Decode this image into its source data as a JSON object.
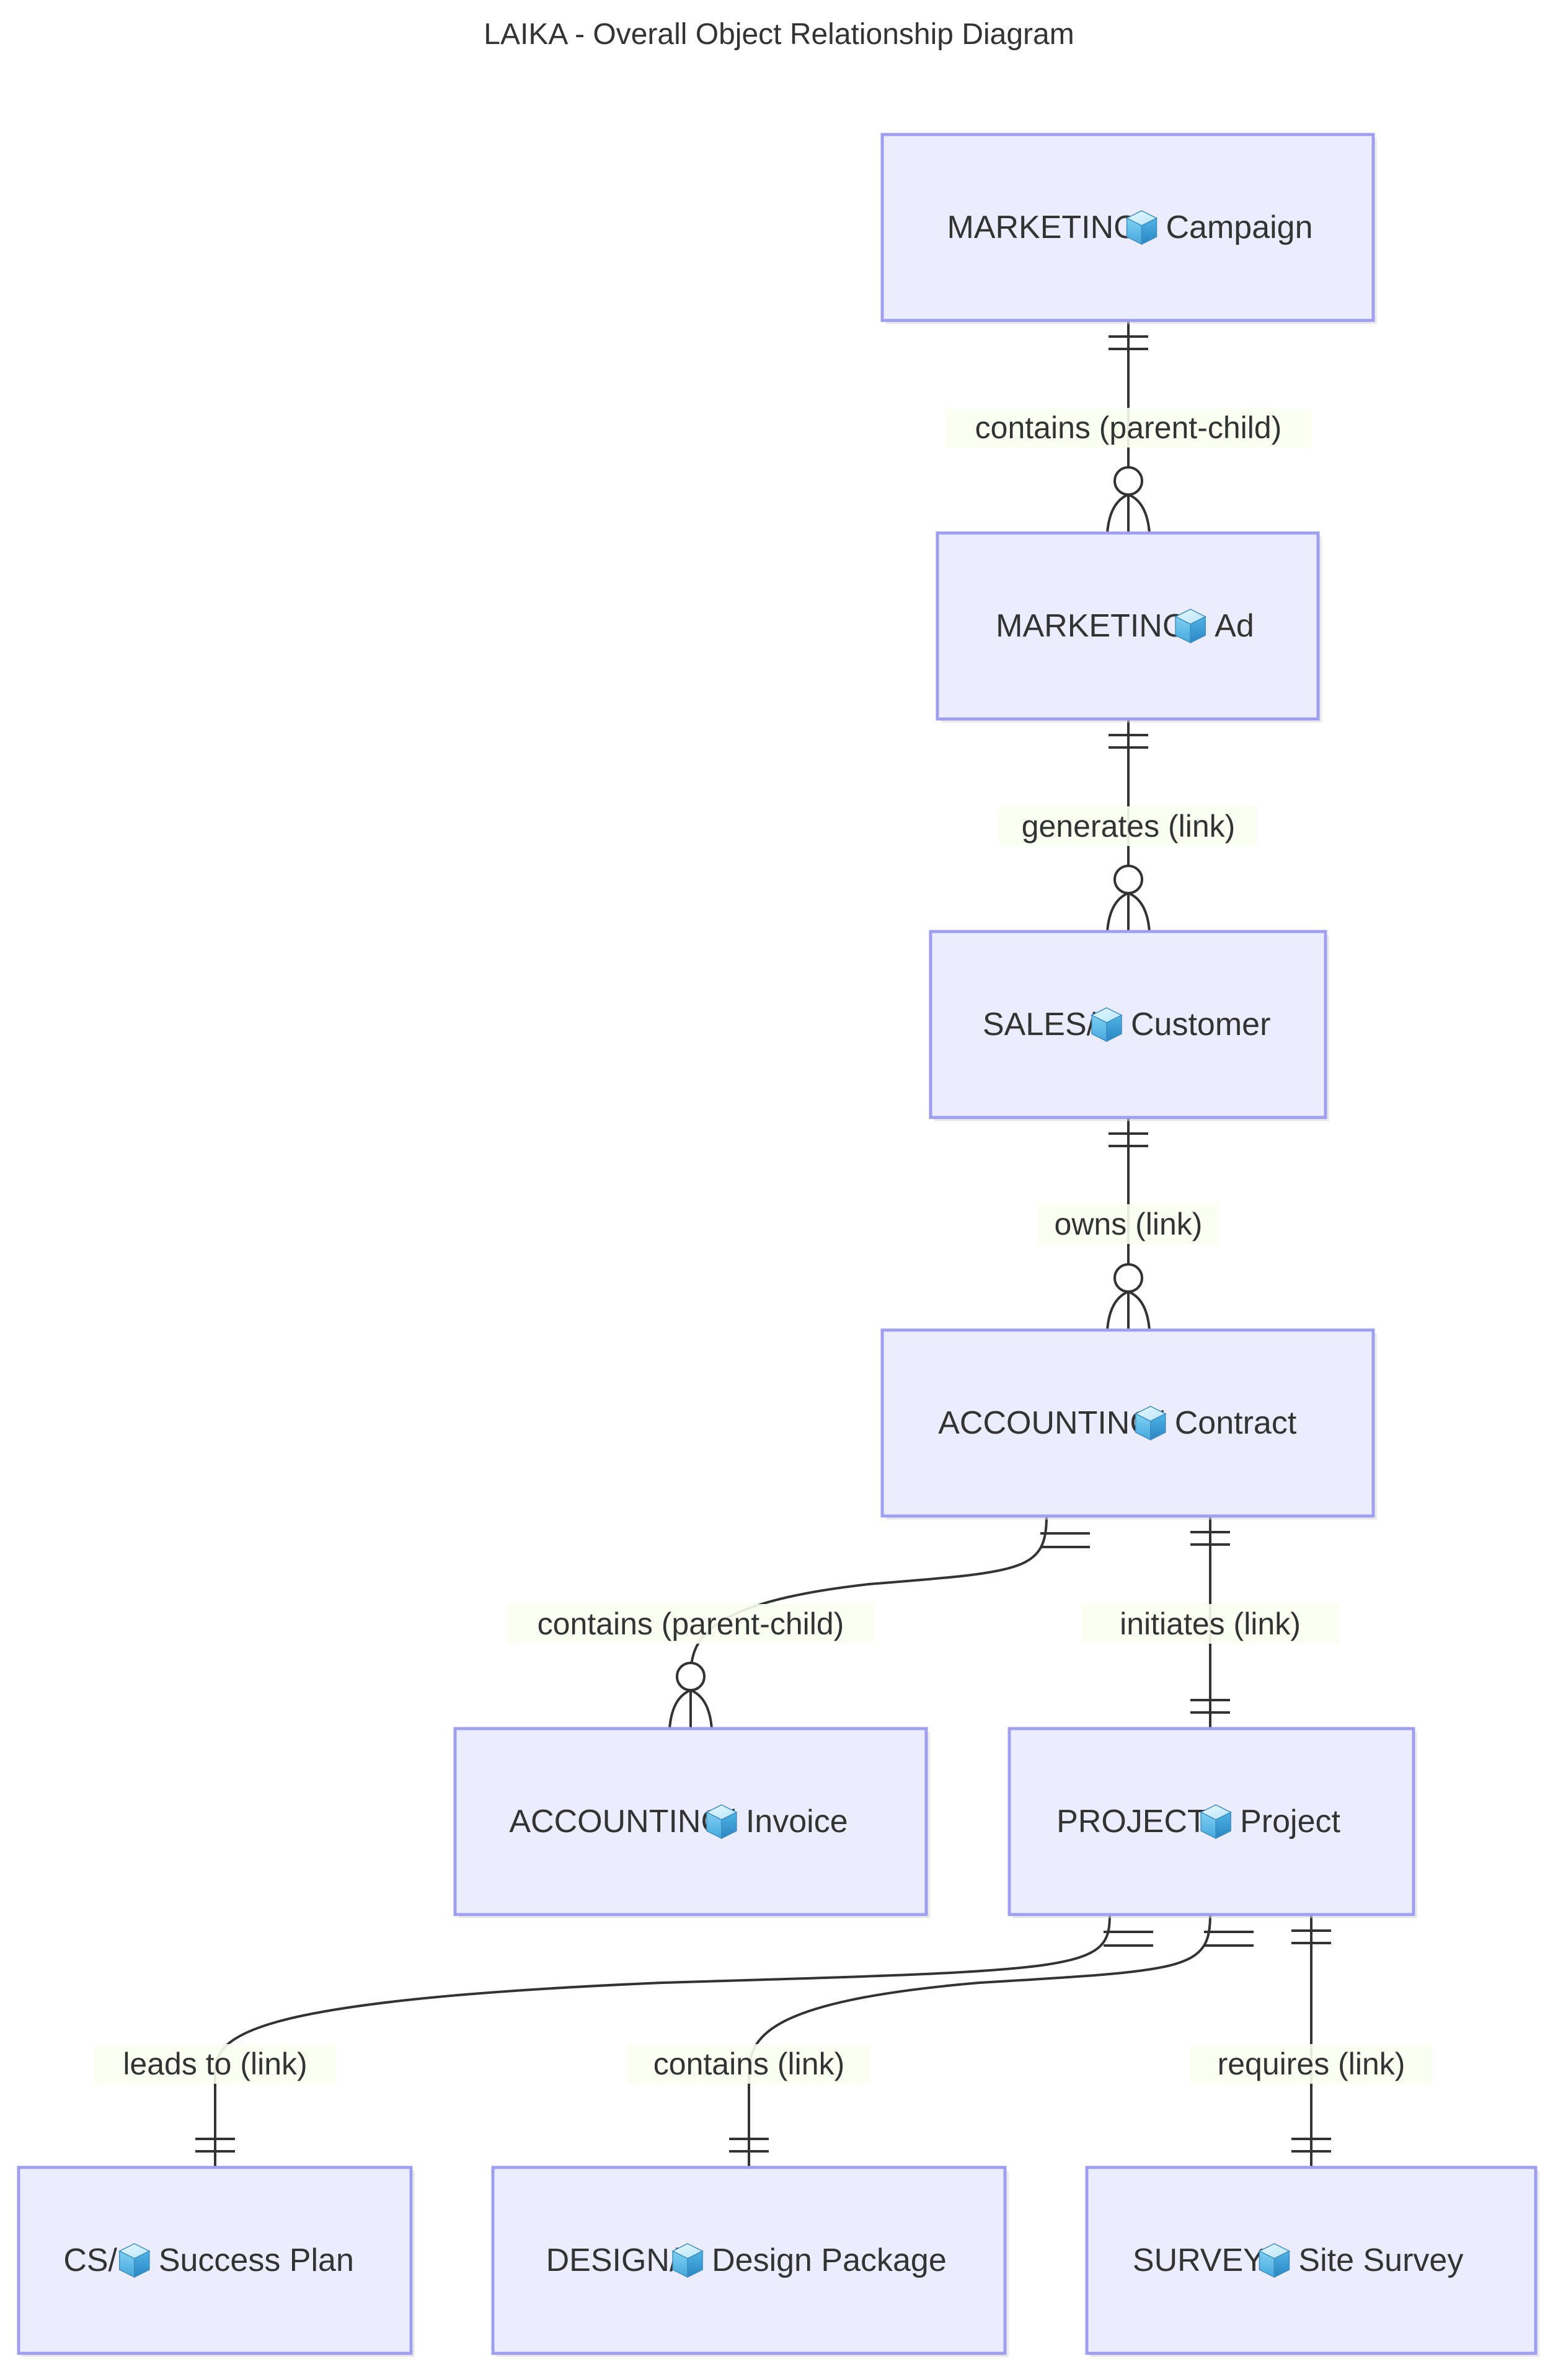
{
  "title": "LAIKA - Overall Object Relationship Diagram",
  "colors": {
    "entity_fill": "#ececff",
    "entity_stroke": "#9f9ff0",
    "line": "#333333",
    "label_bg": "#fbfff1",
    "text": "#333333"
  },
  "entity_icon": "cube-icon",
  "entities": [
    {
      "id": "campaign",
      "group": "MARKETING",
      "name": "Campaign"
    },
    {
      "id": "ad",
      "group": "MARKETING",
      "name": "Ad"
    },
    {
      "id": "customer",
      "group": "SALES",
      "name": "Customer"
    },
    {
      "id": "contract",
      "group": "ACCOUNTING",
      "name": "Contract"
    },
    {
      "id": "invoice",
      "group": "ACCOUNTING",
      "name": "Invoice"
    },
    {
      "id": "project",
      "group": "PROJECT",
      "name": "Project"
    },
    {
      "id": "success_plan",
      "group": "CS",
      "name": "Success Plan"
    },
    {
      "id": "design_package",
      "group": "DESIGN",
      "name": "Design Package"
    },
    {
      "id": "site_survey",
      "group": "SURVEY",
      "name": "Site Survey"
    }
  ],
  "relationships": [
    {
      "from": "campaign",
      "to": "ad",
      "label": "contains (parent-child)",
      "from_card": "one",
      "to_card": "zero-or-many"
    },
    {
      "from": "ad",
      "to": "customer",
      "label": "generates (link)",
      "from_card": "one",
      "to_card": "zero-or-many"
    },
    {
      "from": "customer",
      "to": "contract",
      "label": "owns (link)",
      "from_card": "one",
      "to_card": "zero-or-many"
    },
    {
      "from": "contract",
      "to": "invoice",
      "label": "contains (parent-child)",
      "from_card": "one",
      "to_card": "zero-or-many"
    },
    {
      "from": "contract",
      "to": "project",
      "label": "initiates (link)",
      "from_card": "one",
      "to_card": "one"
    },
    {
      "from": "project",
      "to": "success_plan",
      "label": "leads to (link)",
      "from_card": "one",
      "to_card": "one"
    },
    {
      "from": "project",
      "to": "design_package",
      "label": "contains (link)",
      "from_card": "one",
      "to_card": "one"
    },
    {
      "from": "project",
      "to": "site_survey",
      "label": "requires (link)",
      "from_card": "one",
      "to_card": "one"
    }
  ]
}
